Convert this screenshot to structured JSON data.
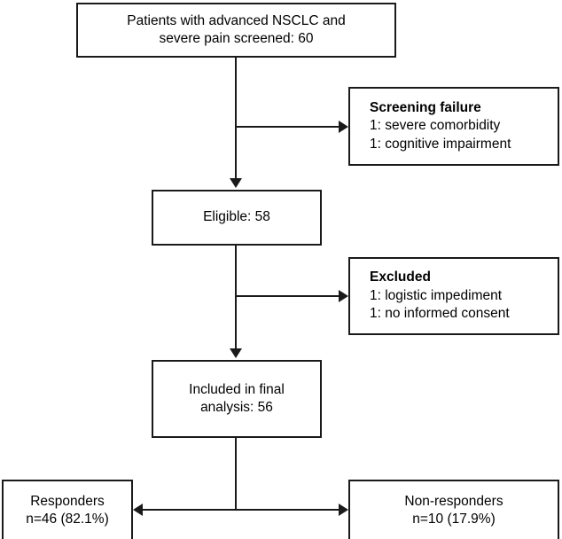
{
  "diagram": {
    "type": "flowchart",
    "title": "CONSORT-style patient flow diagram",
    "colors": {
      "stroke": "#1a1a1a",
      "fill": "#ffffff",
      "text": "#000000"
    },
    "nodes": {
      "screened": {
        "line1": "Patients with advanced NSCLC and",
        "line2": "severe pain screened: 60"
      },
      "screening_failure": {
        "heading": "Screening failure",
        "line1": "1: severe comorbidity",
        "line2": "1: cognitive impairment"
      },
      "eligible": {
        "line1": "Eligible: 58"
      },
      "excluded": {
        "heading": "Excluded",
        "line1": "1: logistic impediment",
        "line2": "1: no informed consent"
      },
      "included": {
        "line1": "Included in final",
        "line2": "analysis: 56"
      },
      "responders": {
        "line1": "Responders",
        "line2": "n=46 (82.1%)"
      },
      "non_responders": {
        "line1": "Non-responders",
        "line2": "n=10 (17.9%)"
      }
    }
  }
}
